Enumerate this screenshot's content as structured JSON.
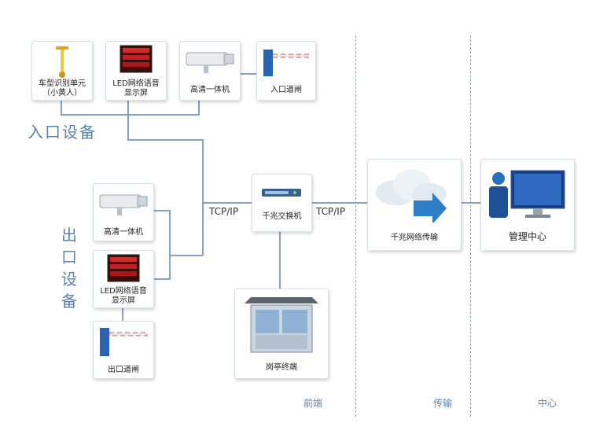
{
  "entry": {
    "title": "入口设备",
    "devices": [
      {
        "label": "车型识别单元\n（小黄人）"
      },
      {
        "label": "LED网络语音\n显示屏"
      },
      {
        "label": "高清一体机"
      },
      {
        "label": "入口道闸"
      }
    ]
  },
  "exit": {
    "title": [
      "出",
      "口",
      "设",
      "备"
    ],
    "devices": [
      {
        "label": "高清一体机"
      },
      {
        "label": "LED网络语音\n显示屏"
      },
      {
        "label": "出口道闸"
      }
    ]
  },
  "switch": {
    "label": "千兆交换机"
  },
  "booth": {
    "label": "岗亭终端"
  },
  "transfer": {
    "label": "千兆网络传输"
  },
  "center": {
    "label": "管理中心"
  },
  "protocols": {
    "left": "TCP/IP",
    "right": "TCP/IP"
  },
  "zones": {
    "front": "前端",
    "transfer": "传输",
    "center": "中心"
  },
  "colors": {
    "line": "#8aa0c8",
    "zone_text": "#5b84ad",
    "arrow": "#2f7fc8"
  }
}
